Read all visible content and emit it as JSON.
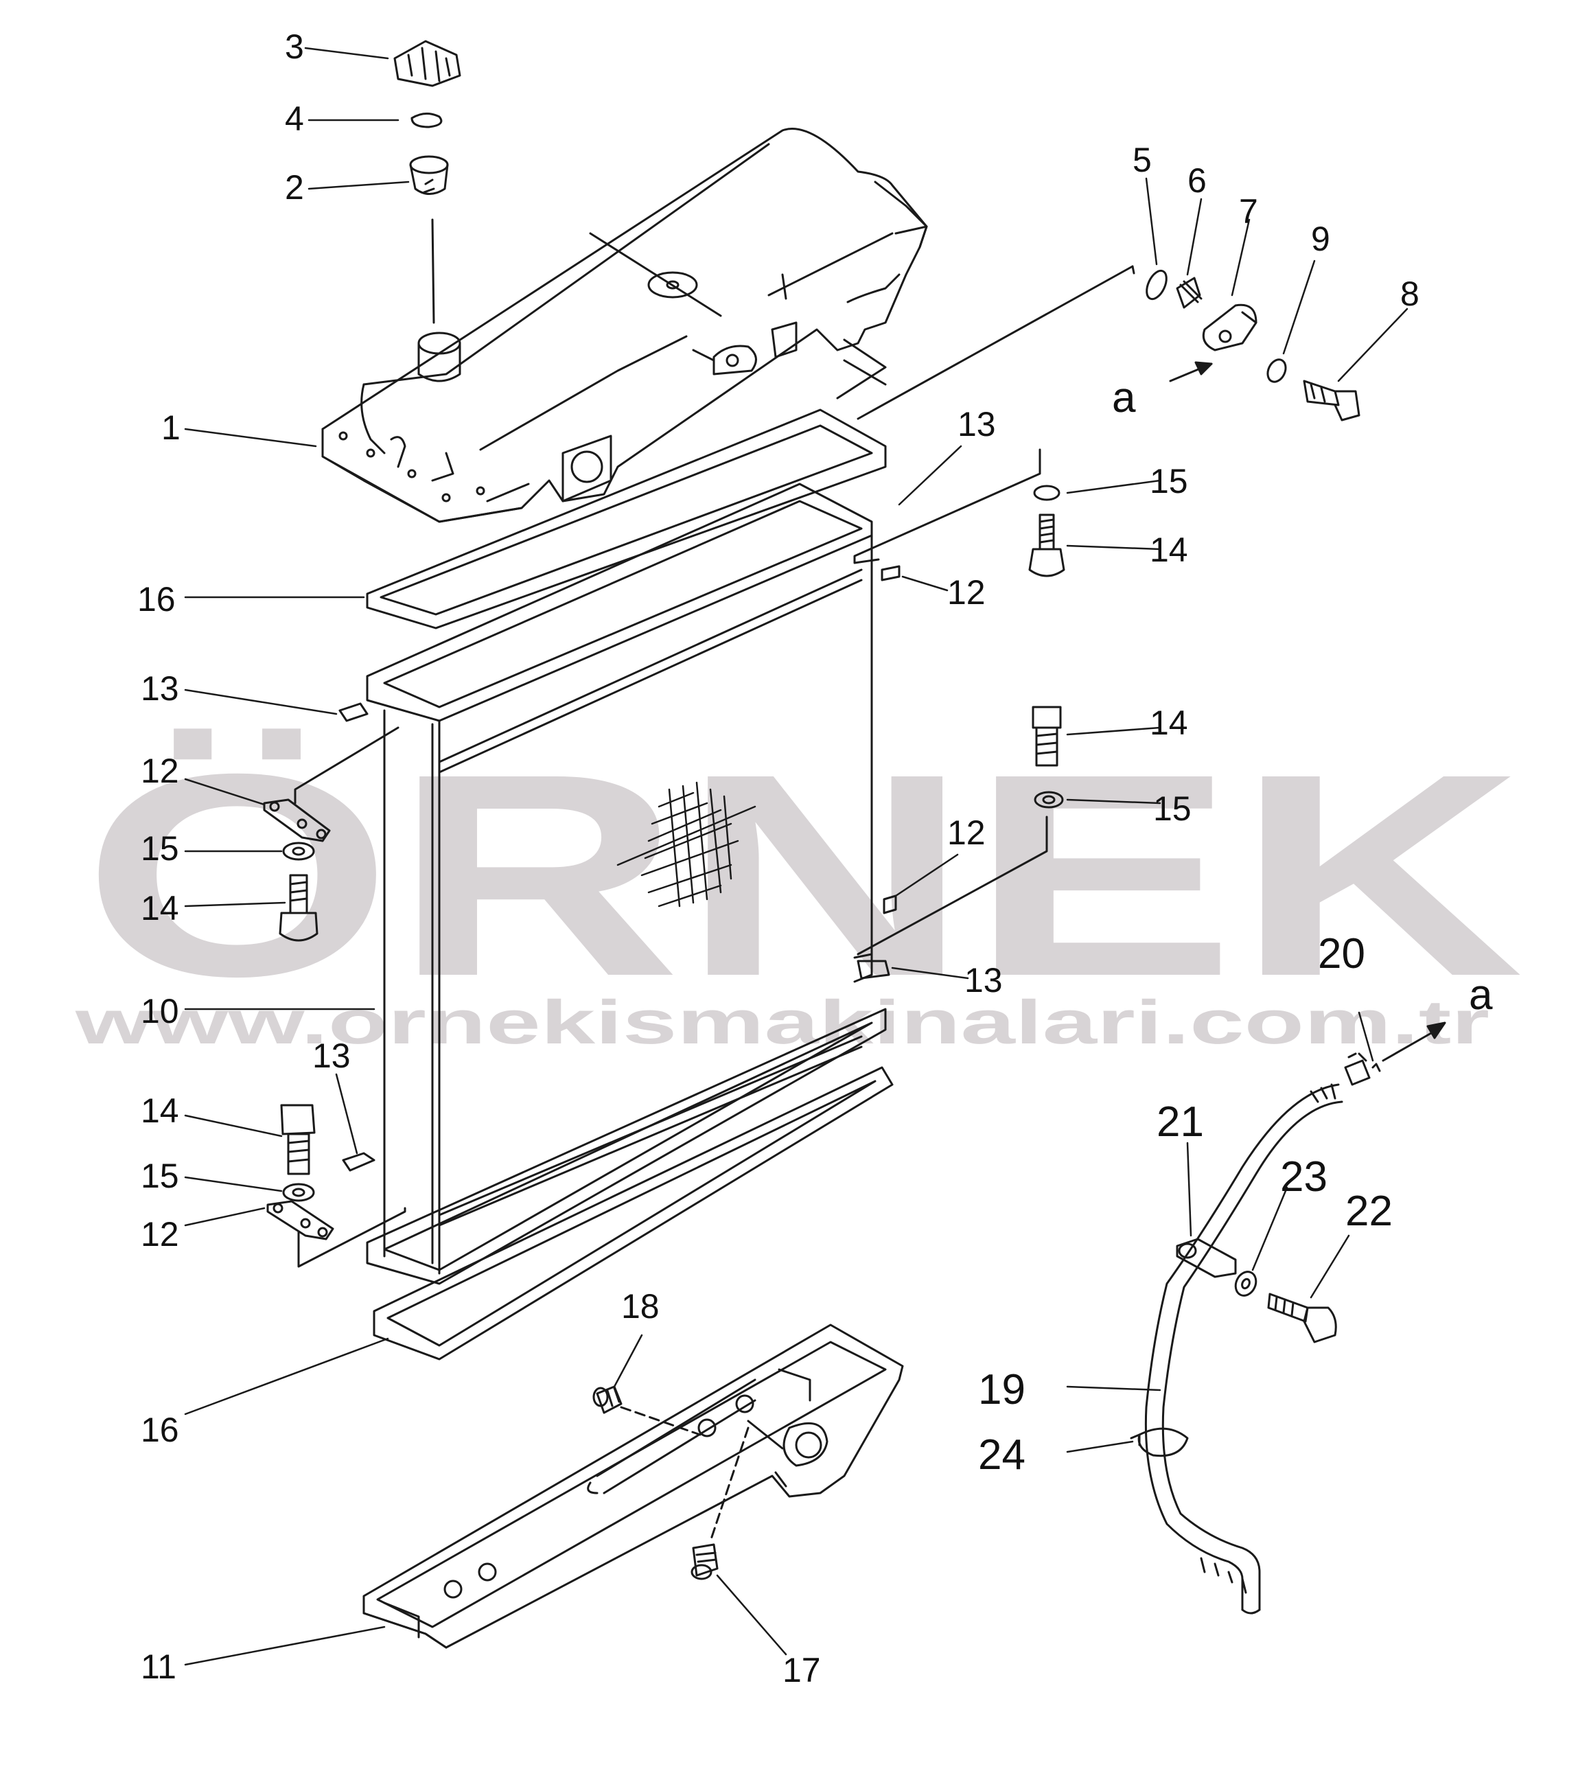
{
  "watermark": {
    "brand": "ÖRNEK",
    "url": "www.ornekismakinalari.com.tr",
    "color": "#d8d4d6",
    "accent": "#f3d27a"
  },
  "callouts": {
    "c1": "1",
    "c2": "2",
    "c3": "3",
    "c4": "4",
    "c5": "5",
    "c6": "6",
    "c7": "7",
    "c8": "8",
    "c9": "9",
    "c10": "10",
    "c11": "11",
    "c12a": "12",
    "c12b": "12",
    "c12c": "12",
    "c12d": "12",
    "c13a": "13",
    "c13b": "13",
    "c13c": "13",
    "c13d": "13",
    "c14a": "14",
    "c14b": "14",
    "c14c": "14",
    "c14d": "14",
    "c15a": "15",
    "c15b": "15",
    "c15c": "15",
    "c15d": "15",
    "c16a": "16",
    "c16b": "16",
    "c17": "17",
    "c18": "18",
    "c19": "19",
    "c20": "20",
    "c21": "21",
    "c22": "22",
    "c23": "23",
    "c24": "24",
    "ref_a1": "a",
    "ref_a2": "a"
  },
  "colors": {
    "line": "#1a1a1a"
  }
}
